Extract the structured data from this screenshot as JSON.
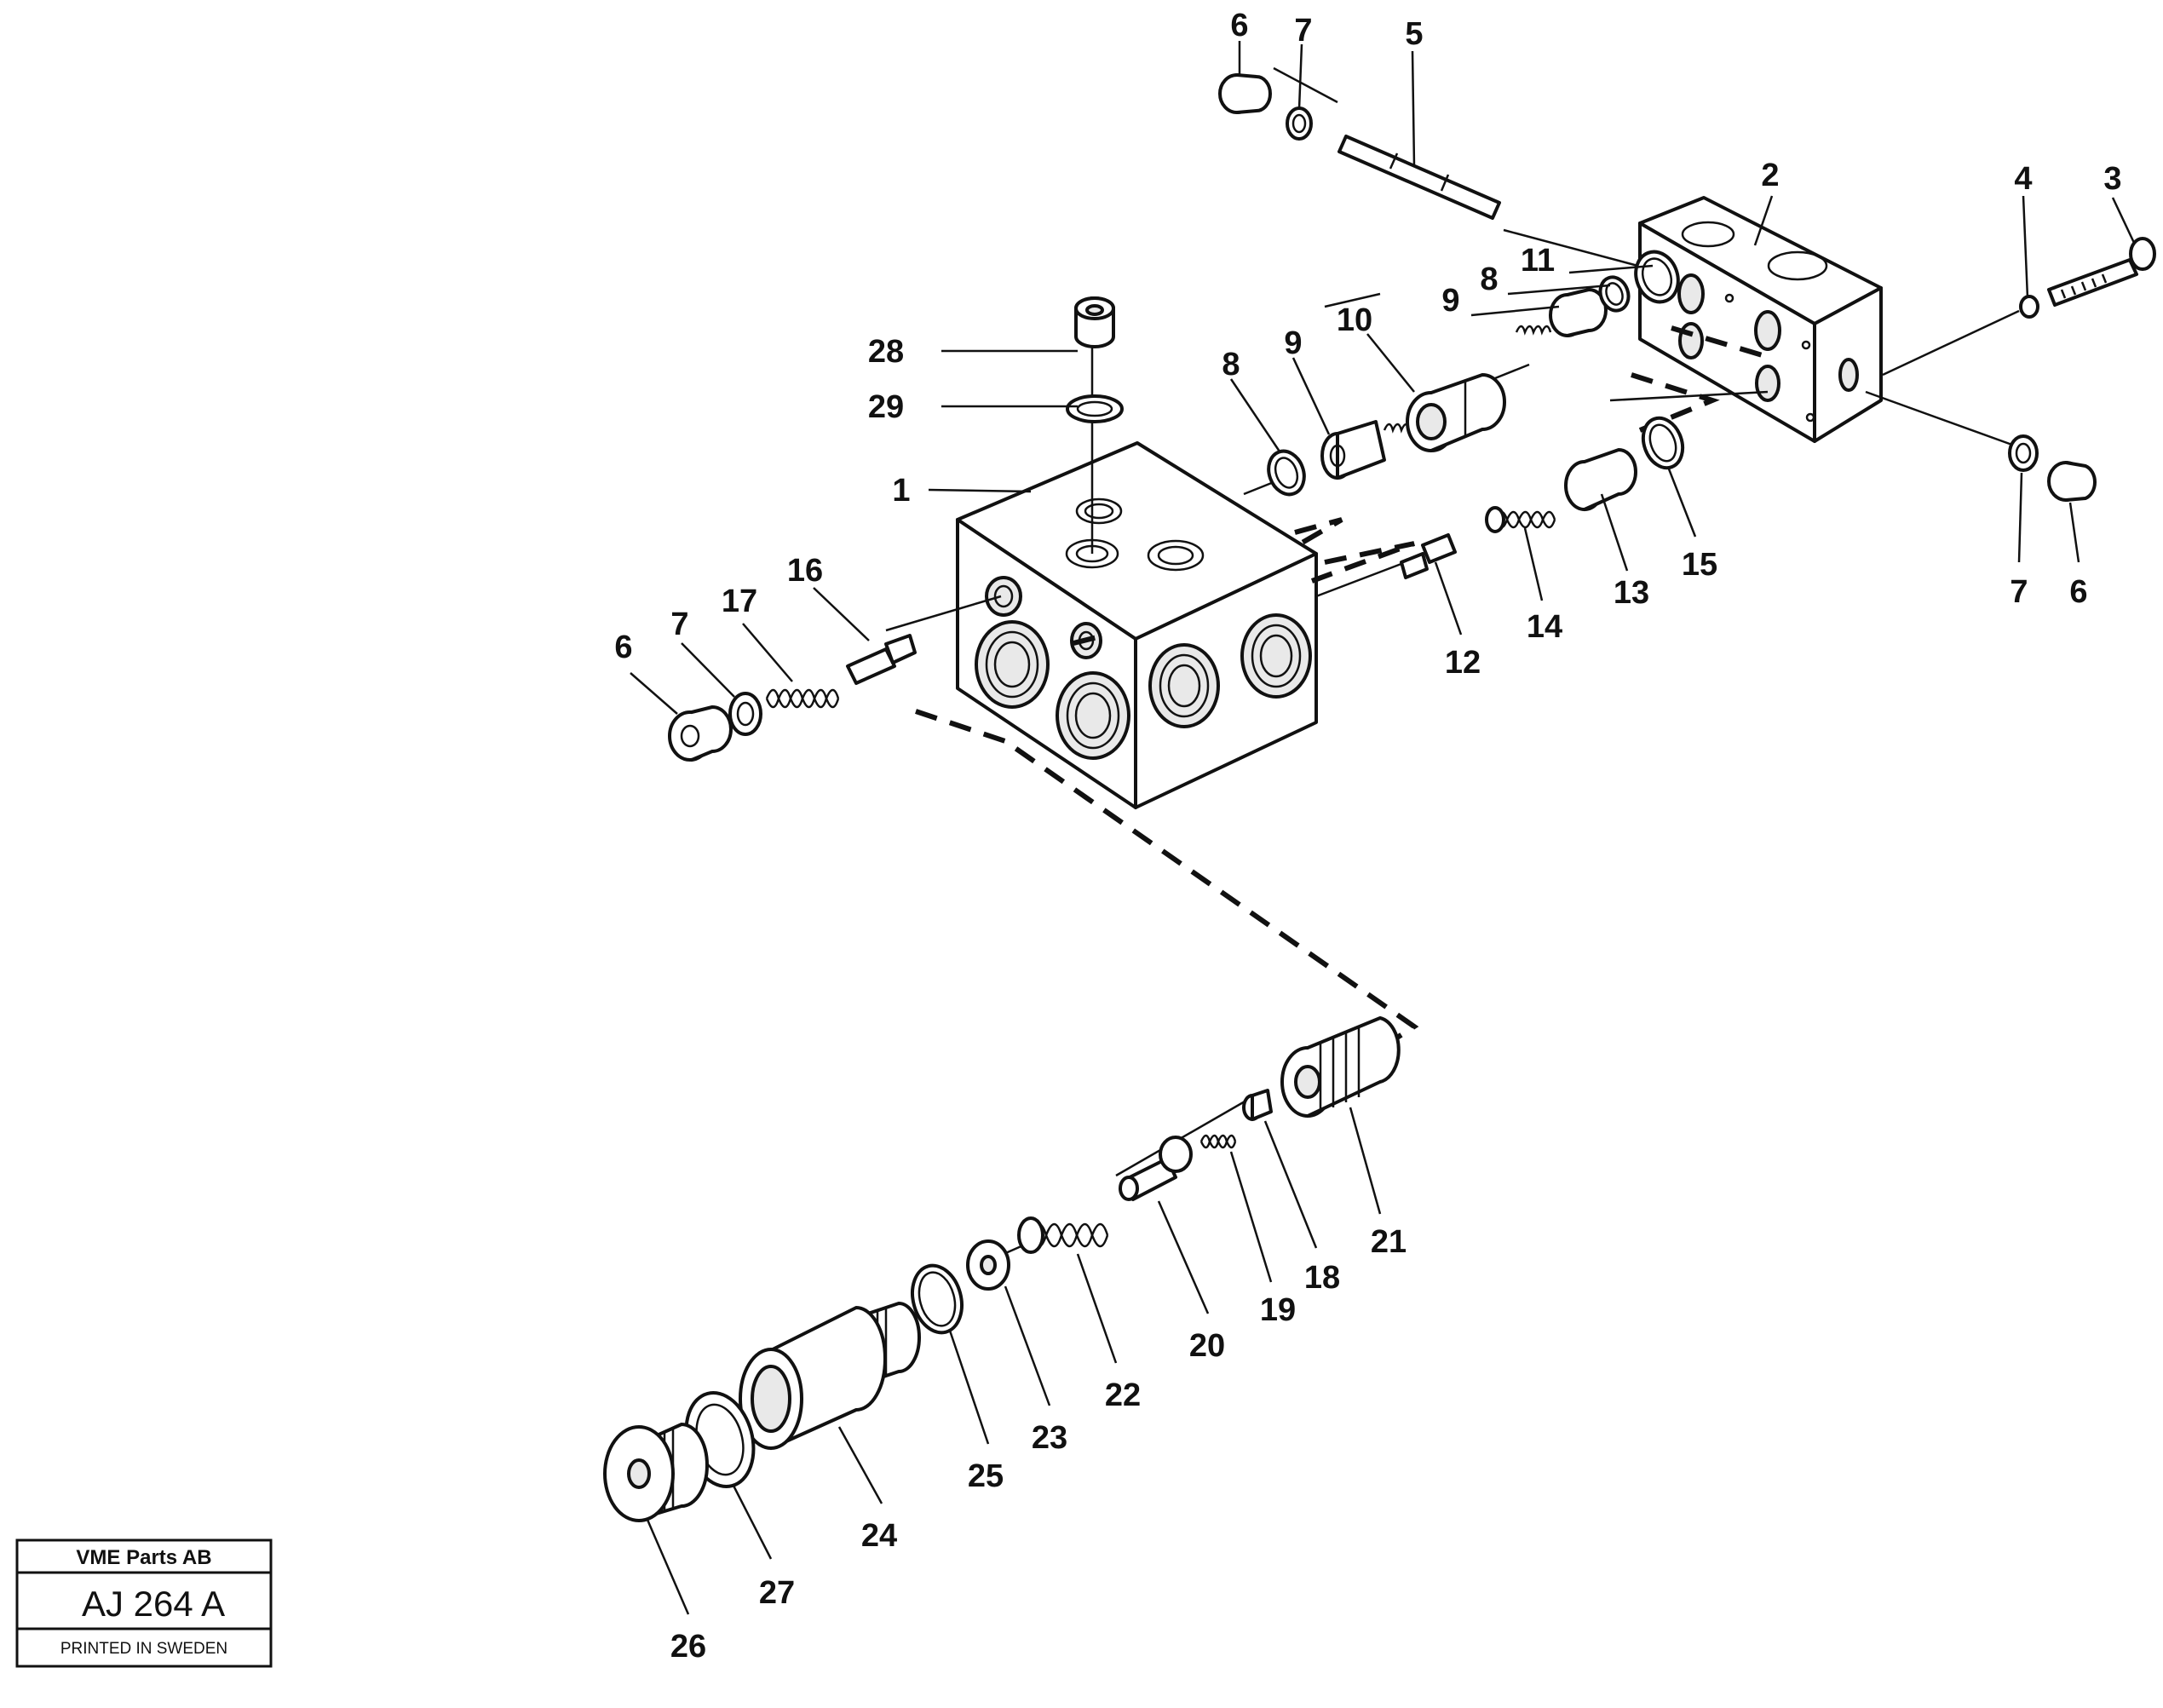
{
  "callouts": [
    "1",
    "2",
    "3",
    "4",
    "5",
    "6",
    "7",
    "8",
    "9",
    "10",
    "11",
    "12",
    "13",
    "14",
    "15",
    "16",
    "17",
    "18",
    "19",
    "20",
    "21",
    "22",
    "23",
    "24",
    "25",
    "26",
    "27",
    "28",
    "29",
    "6",
    "7",
    "6",
    "7",
    "8",
    "9"
  ],
  "title_block": {
    "company": "VME Parts AB",
    "drawing_code": "AJ 264 A",
    "printed": "PRINTED IN SWEDEN"
  }
}
